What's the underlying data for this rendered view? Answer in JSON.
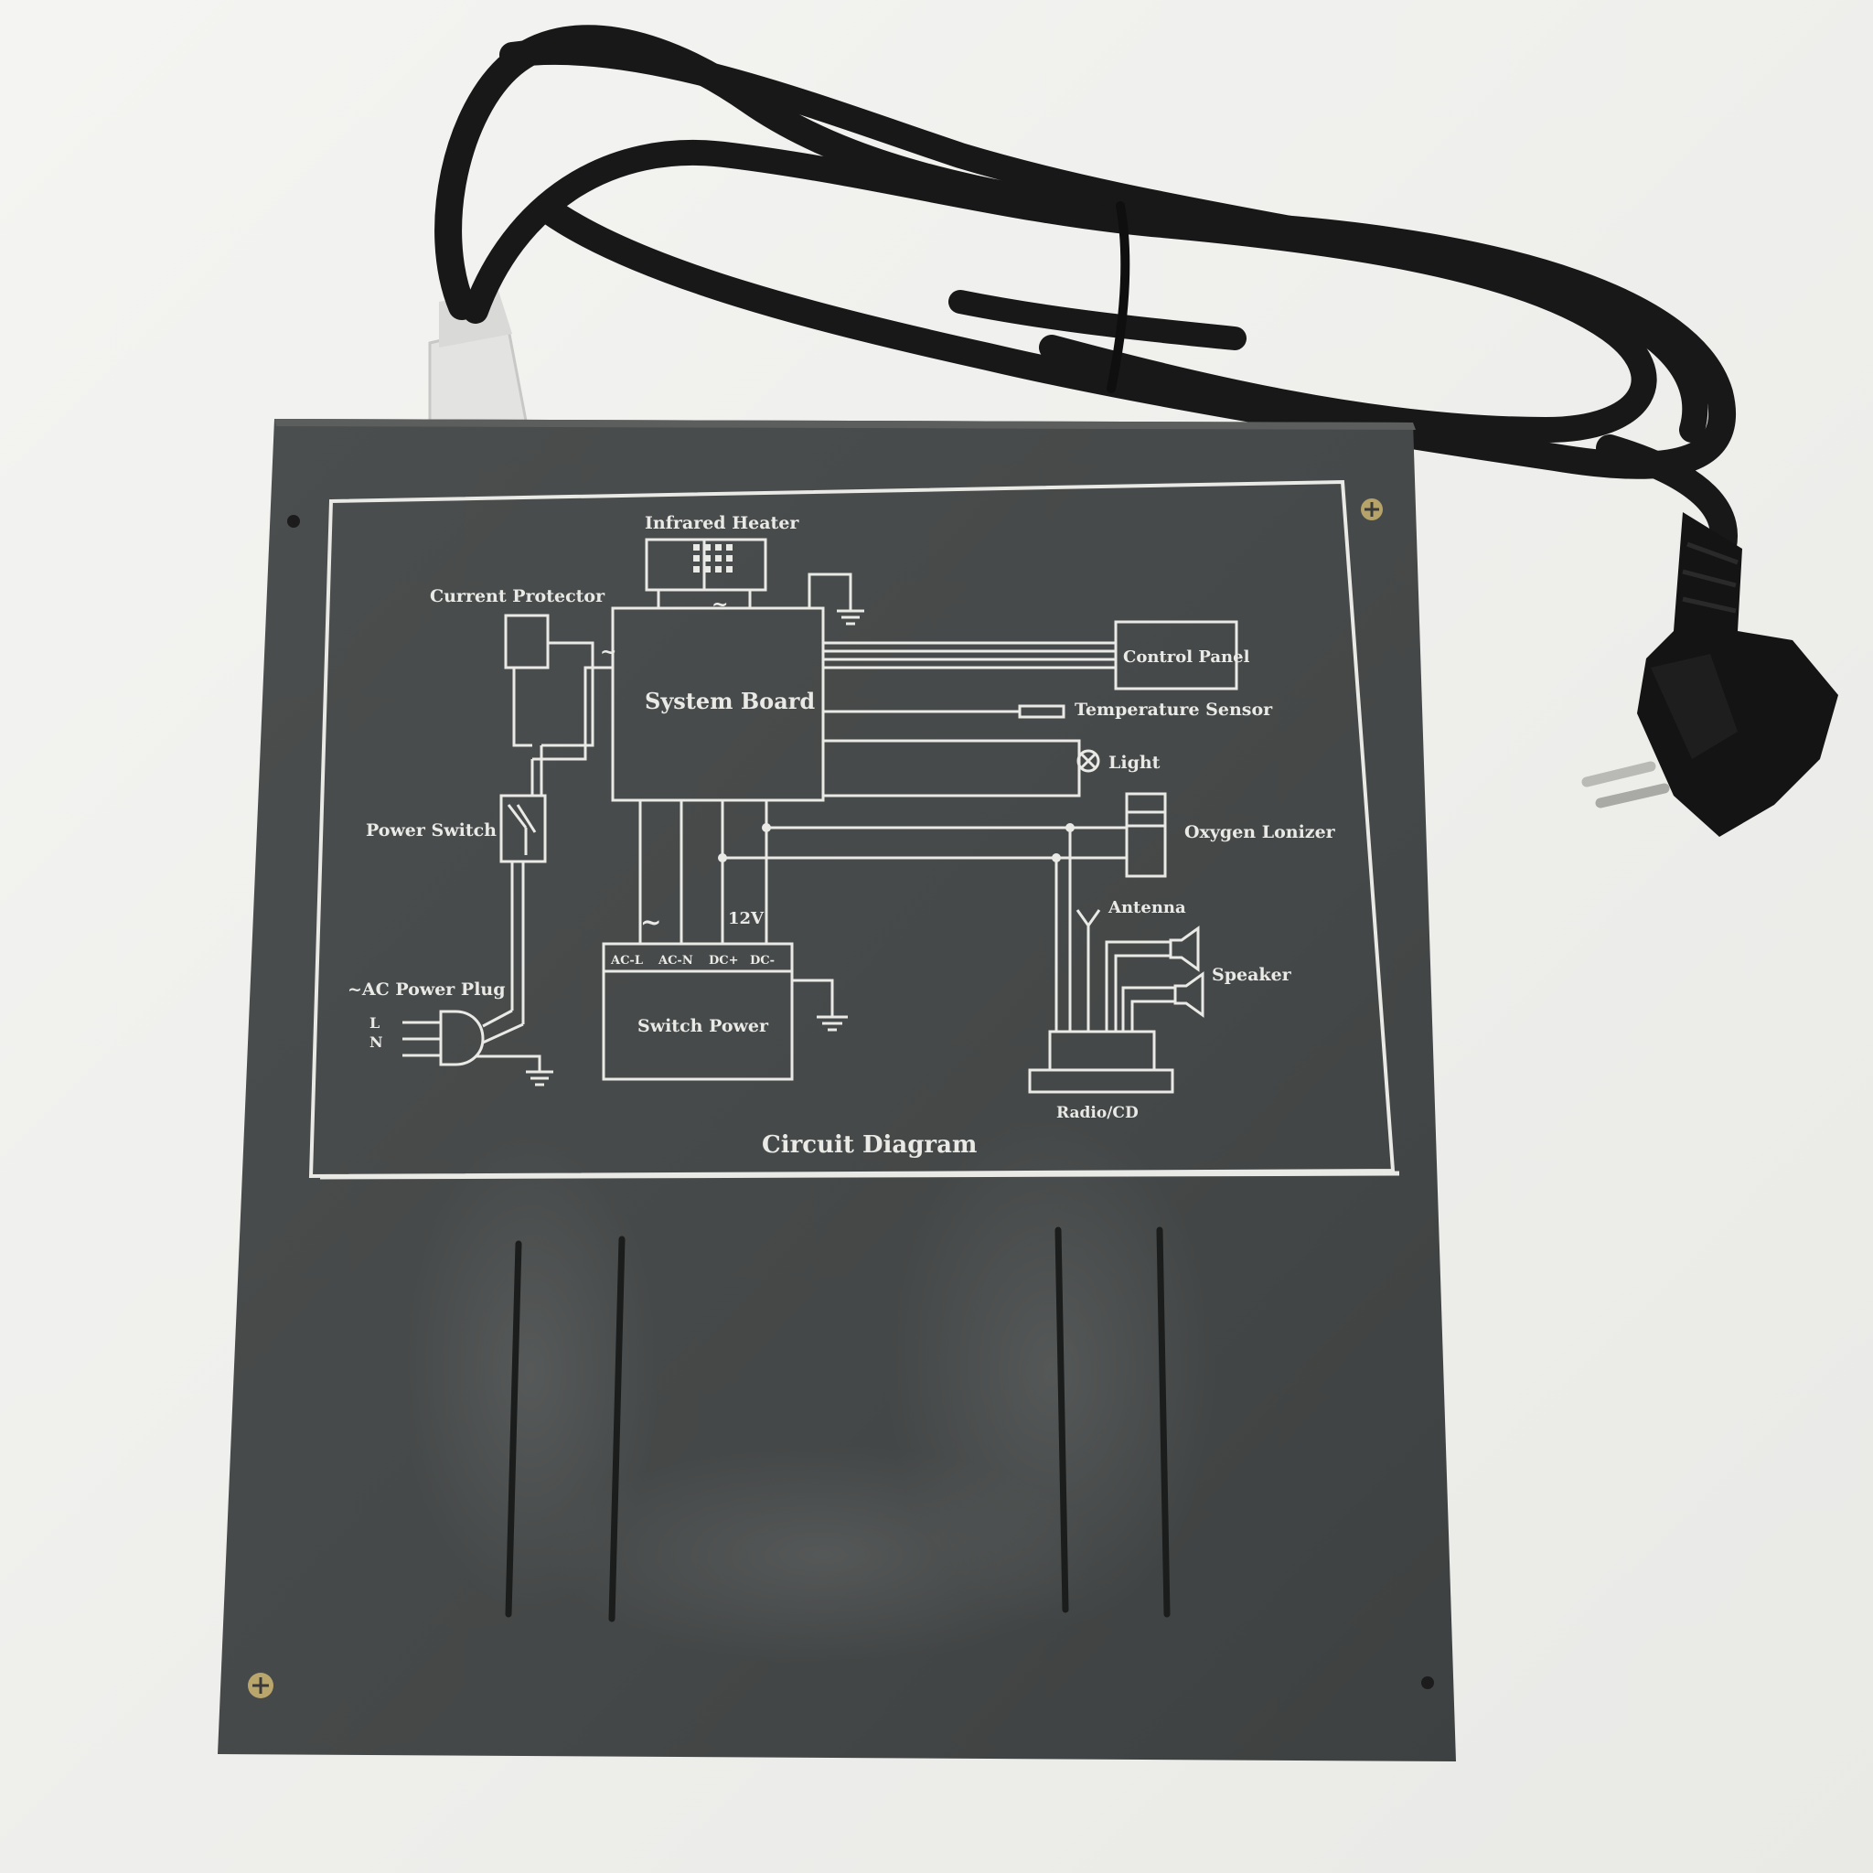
{
  "photo": {
    "subject": "Sauna control box with printed circuit diagram and power cord",
    "colors": {
      "background": "#f1f1ef",
      "box": "#474a4a",
      "box_dark": "#3d403f",
      "print": "#e9e9e6",
      "cord": "#181818",
      "slot": "#1b1c1c"
    }
  },
  "diagram": {
    "title": "Circuit Diagram",
    "labels": {
      "infrared_heater": "Infrared Heater",
      "current_protector": "Current Protector",
      "system_board": "System Board",
      "control_panel": "Control Panel",
      "temperature_sensor": "Temperature Sensor",
      "light": "Light",
      "oxygen_ionizer": "Oxygen Lonizer",
      "power_switch": "Power Switch",
      "antenna": "Antenna",
      "speaker": "Speaker",
      "ac_power_plug": "~AC Power Plug",
      "plug_l": "L",
      "plug_n": "N",
      "ac_symbol": "~",
      "dc_12v": "12V",
      "terminal_acl": "AC-L",
      "terminal_acn": "AC-N",
      "terminal_dcp": "DC+",
      "terminal_dcm": "DC-",
      "switch_power": "Switch Power",
      "radio_cd": "Radio/CD"
    }
  }
}
